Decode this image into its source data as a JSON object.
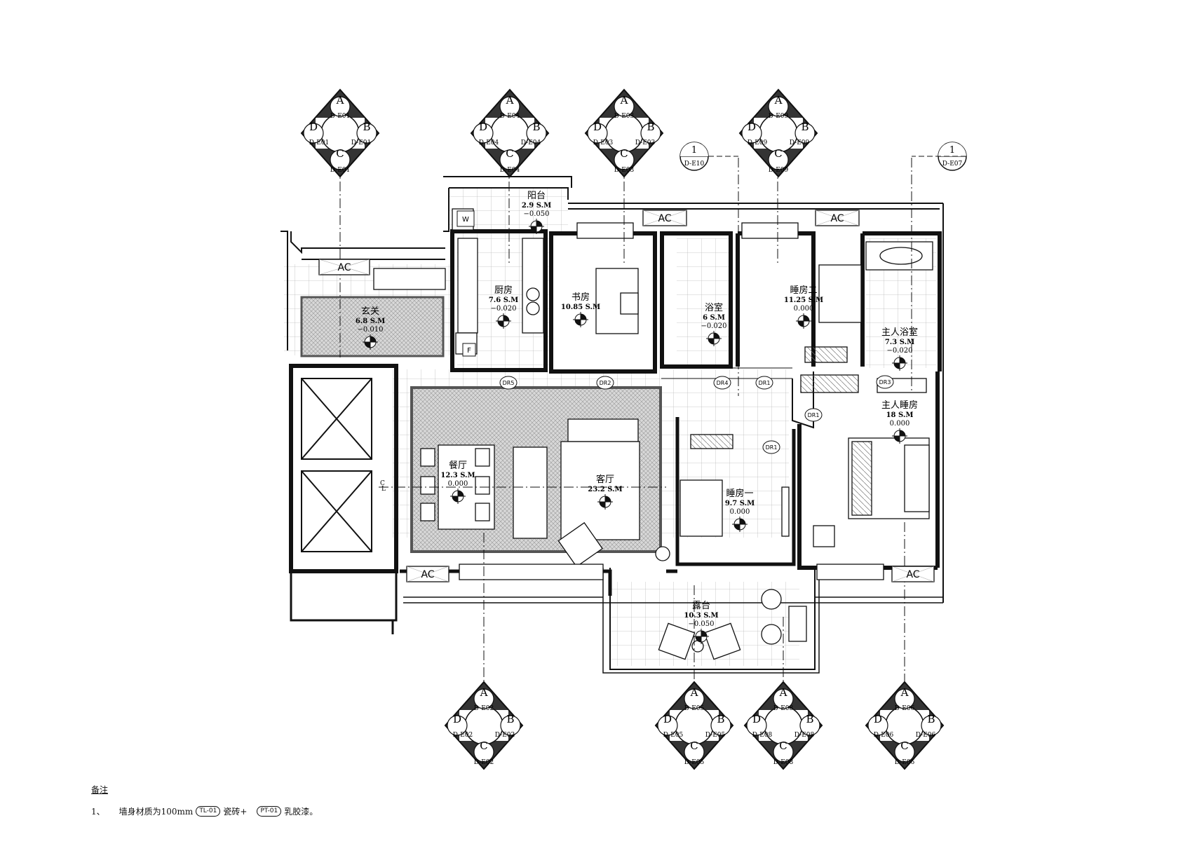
{
  "rooms": [
    {
      "id": "entry",
      "name": "玄关",
      "area": "6.8 S.M",
      "elev": "−0.010"
    },
    {
      "id": "kitchen",
      "name": "厨房",
      "area": "7.6 S.M",
      "elev": "−0.020"
    },
    {
      "id": "balcony",
      "name": "阳台",
      "area": "2.9 S.M",
      "elev": "−0.050"
    },
    {
      "id": "study",
      "name": "书房",
      "area": "10.85 S.M",
      "elev": ""
    },
    {
      "id": "bath",
      "name": "浴室",
      "area": "6 S.M",
      "elev": "−0.020"
    },
    {
      "id": "bed2",
      "name": "睡房二",
      "area": "11.25 S.M",
      "elev": "0.000"
    },
    {
      "id": "mbath",
      "name": "主人浴室",
      "area": "7.3 S.M",
      "elev": "−0.020"
    },
    {
      "id": "mbed",
      "name": "主人睡房",
      "area": "18 S.M",
      "elev": "0.000"
    },
    {
      "id": "dining",
      "name": "餐厅",
      "area": "12.3 S.M",
      "elev": "0.000"
    },
    {
      "id": "living",
      "name": "客厅",
      "area": "23.2 S.M",
      "elev": ""
    },
    {
      "id": "bed1",
      "name": "睡房一",
      "area": "9.7 S.M",
      "elev": "0.000"
    },
    {
      "id": "terrace",
      "name": "露台",
      "area": "10.3 S.M",
      "elev": "−0.050"
    }
  ],
  "elevation_markers": [
    {
      "id": "E01",
      "a": "A",
      "b": "B",
      "c": "C",
      "d": "D",
      "ref": "D-E01"
    },
    {
      "id": "E04",
      "a": "A",
      "b": "B",
      "c": "C",
      "d": "D",
      "ref": "D-E04"
    },
    {
      "id": "E03",
      "a": "A",
      "b": "B",
      "c": "C",
      "d": "D",
      "ref": "D-E03"
    },
    {
      "id": "E09",
      "a": "A",
      "b": "B",
      "c": "C",
      "d": "D",
      "ref": "D-E09"
    },
    {
      "id": "E02",
      "a": "A",
      "b": "B",
      "c": "C",
      "d": "D",
      "ref": "D-E02"
    },
    {
      "id": "E05",
      "a": "A",
      "b": "B",
      "c": "C",
      "d": "D",
      "ref": "D-E05"
    },
    {
      "id": "E08",
      "a": "A",
      "b": "B",
      "c": "C",
      "d": "D",
      "ref": "D-E08"
    },
    {
      "id": "E06",
      "a": "A",
      "b": "B",
      "c": "C",
      "d": "D",
      "ref": "D-E06"
    }
  ],
  "section_markers": [
    {
      "id": "s10",
      "num": "1",
      "ref": "D-E10"
    },
    {
      "id": "s07",
      "num": "1",
      "ref": "D-E07"
    }
  ],
  "door_tags": [
    "DR5",
    "DR2",
    "DR4",
    "DR1",
    "DR3",
    "DR1",
    "DR1"
  ],
  "ac_labels": [
    "AC",
    "AC",
    "AC",
    "AC",
    "AC"
  ],
  "fixture_labels": {
    "washer": "W",
    "fridge": "F"
  },
  "centerline": {
    "c": "C",
    "l": "L"
  },
  "notes": {
    "title": "备注",
    "num": "1、",
    "text1": "墙身材质为100mm",
    "tag1": "TL-01",
    "text2": "瓷砖+",
    "tag2": "PT-01",
    "text3": "乳胶漆。"
  }
}
